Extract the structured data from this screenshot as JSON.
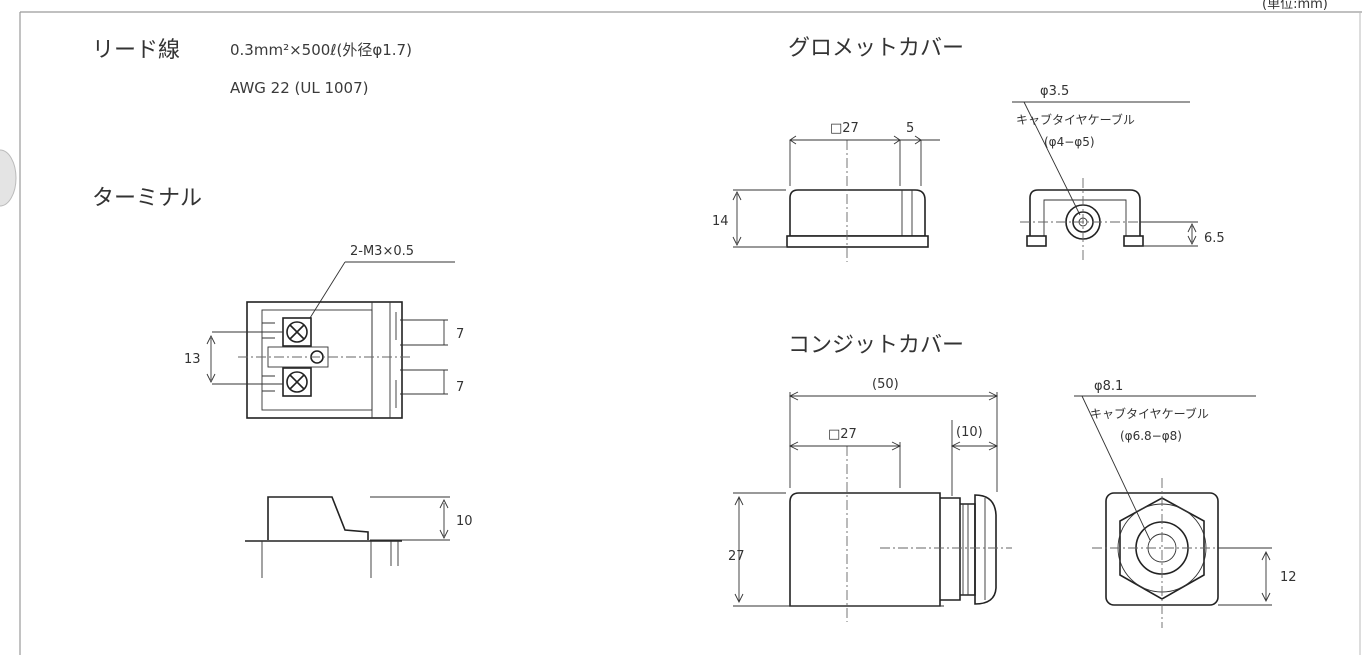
{
  "header": {
    "left_fragment": "",
    "right_fragment": "(単位:mm)"
  },
  "lead_wire": {
    "title": "リード線",
    "spec_line1": "0.3mm²×500ℓ(外径φ1.7)",
    "spec_line2": "AWG 22 (UL 1007)"
  },
  "terminal": {
    "title": "ターミナル",
    "screw_label": "2-M3×0.5",
    "dim_pitch": "13",
    "dim_upper": "7",
    "dim_lower": "7",
    "dim_height": "10"
  },
  "grommet_cover": {
    "title": "グロメットカバー",
    "dim_square": "□27",
    "dim_lip": "5",
    "dim_height": "14",
    "dim_hole": "φ3.5",
    "cable_label": "キャブタイヤケーブル",
    "cable_range": "(φ4−φ5)",
    "dim_center": "6.5"
  },
  "conduit_cover": {
    "title": "コンジットカバー",
    "dim_overall": "(50)",
    "dim_square": "□27",
    "dim_fitting": "(10)",
    "dim_height": "27",
    "dim_hole": "φ8.1",
    "cable_label": "キャブタイヤケーブル",
    "cable_range": "(φ6.8−φ8)",
    "dim_center": "12"
  },
  "colors": {
    "ink": "#222222",
    "frame": "#9a9a9a",
    "text": "#333333"
  }
}
